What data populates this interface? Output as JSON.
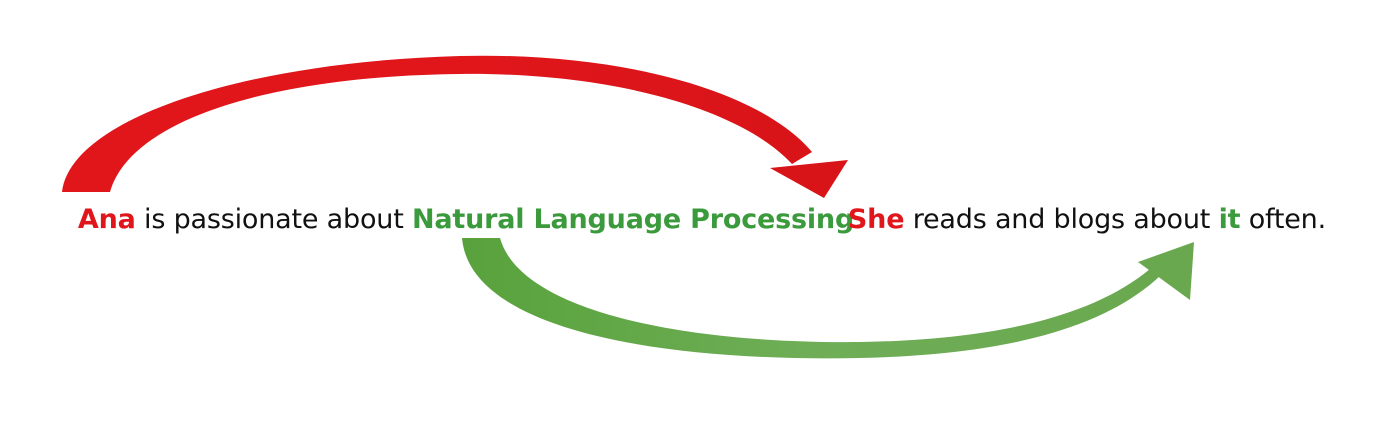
{
  "sentence1": {
    "antecedent": "Ana",
    "middle": " is passionate about ",
    "entity": "Natural Language Processing",
    "end": "."
  },
  "sentence2": {
    "pronoun": "She",
    "middle": " reads and blogs about ",
    "pronoun2": "it",
    "end": " often."
  },
  "colors": {
    "red_link": "#e0161b",
    "green_link": "#6aa84f",
    "red_text": "#e0161b",
    "green_text": "#3a9a3c"
  },
  "links": [
    {
      "from": "Ana",
      "to": "She",
      "color": "red"
    },
    {
      "from": "Natural Language Processing",
      "to": "it",
      "color": "green"
    }
  ]
}
